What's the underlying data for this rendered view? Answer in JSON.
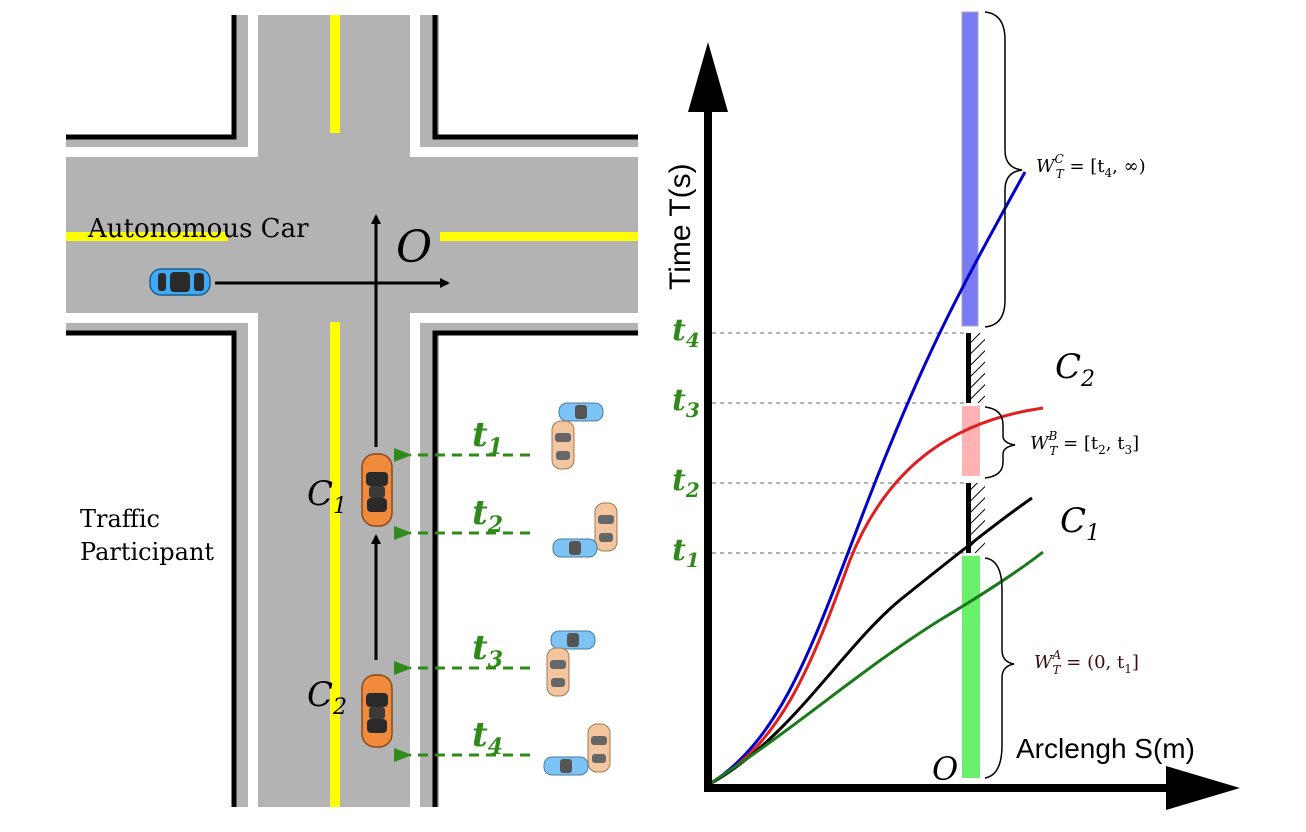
{
  "colors": {
    "road": "#b3b3b3",
    "curb": "#000000",
    "lane_edge": "#ffffff",
    "center_line": "#ffff00",
    "green_label": "#2f8a1a",
    "window_green": "#6af06a",
    "window_red": "#ffb3b3",
    "window_blue": "#7a7af5",
    "curve_blue": "#0000cc",
    "curve_red": "#e02020",
    "curve_black": "#000000",
    "curve_green": "#1a7a1a",
    "autonomous_car": "#3fa9f5",
    "participant_car": "#f08a3c",
    "pale_car": "#f3c6a0"
  },
  "road_scene": {
    "autonomous_label": "Autonomous Car",
    "origin_label": "O",
    "participant_label_line1": "Traffic",
    "participant_label_line2": "Participant",
    "c1_main": "C",
    "c1_sub": "1",
    "c2_main": "C",
    "c2_sub": "2",
    "time_labels": [
      {
        "main": "t",
        "sub": "1"
      },
      {
        "main": "t",
        "sub": "2"
      },
      {
        "main": "t",
        "sub": "3"
      },
      {
        "main": "t",
        "sub": "4"
      }
    ]
  },
  "plot": {
    "y_axis_label": "Time T(s)",
    "x_axis_label": "Arclengh S(m)",
    "origin_label": "O",
    "y_ticks": [
      {
        "main": "t",
        "sub": "1"
      },
      {
        "main": "t",
        "sub": "2"
      },
      {
        "main": "t",
        "sub": "3"
      },
      {
        "main": "t",
        "sub": "4"
      }
    ],
    "curve_c1": {
      "main": "C",
      "sub": "1"
    },
    "curve_c2": {
      "main": "C",
      "sub": "2"
    },
    "window_a": {
      "w": "W",
      "sub": "T",
      "sup": "A",
      "rest": " = (0, t",
      "rest_sub": "1",
      "close": "]"
    },
    "window_b": {
      "w": "W",
      "sub": "T",
      "sup": "B",
      "rest": " = [t",
      "rest_sub": "2",
      "mid": ", t",
      "mid_sub": "3",
      "close": "]"
    },
    "window_c": {
      "w": "W",
      "sub": "T",
      "sup": "C",
      "rest": " = [t",
      "rest_sub": "4",
      "close": ", ∞)"
    }
  }
}
